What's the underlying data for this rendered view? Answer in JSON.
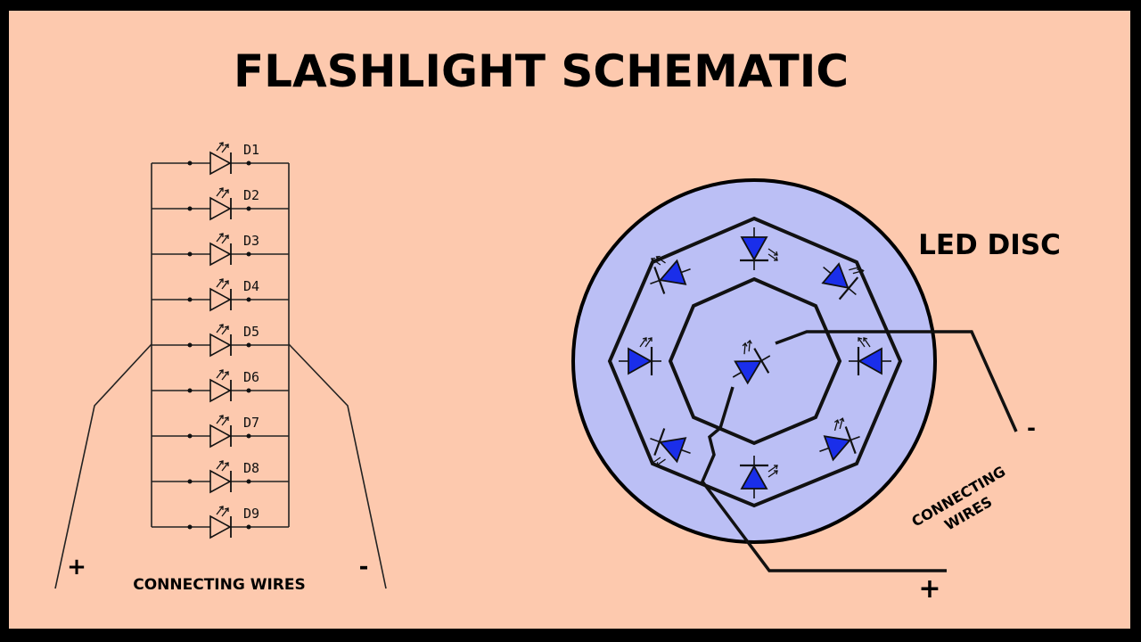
{
  "title": "FLASHLIGHT SCHEMATIC",
  "left_schematic": {
    "diodes": [
      "D1",
      "D2",
      "D3",
      "D4",
      "D5",
      "D6",
      "D7",
      "D8",
      "D9"
    ],
    "plus_label": "+",
    "minus_label": "-",
    "wires_label": "CONNECTING WIRES"
  },
  "led_disc": {
    "label": "LED DISC",
    "wires_label_line1": "CONNECTING",
    "wires_label_line2": "WIRES",
    "minus_label": "-",
    "plus_label": "+"
  },
  "colors": {
    "background": "#FDC9AE",
    "border": "#000000",
    "disc_fill": "#BBBFF5",
    "led_fill": "#1A2EEA"
  }
}
